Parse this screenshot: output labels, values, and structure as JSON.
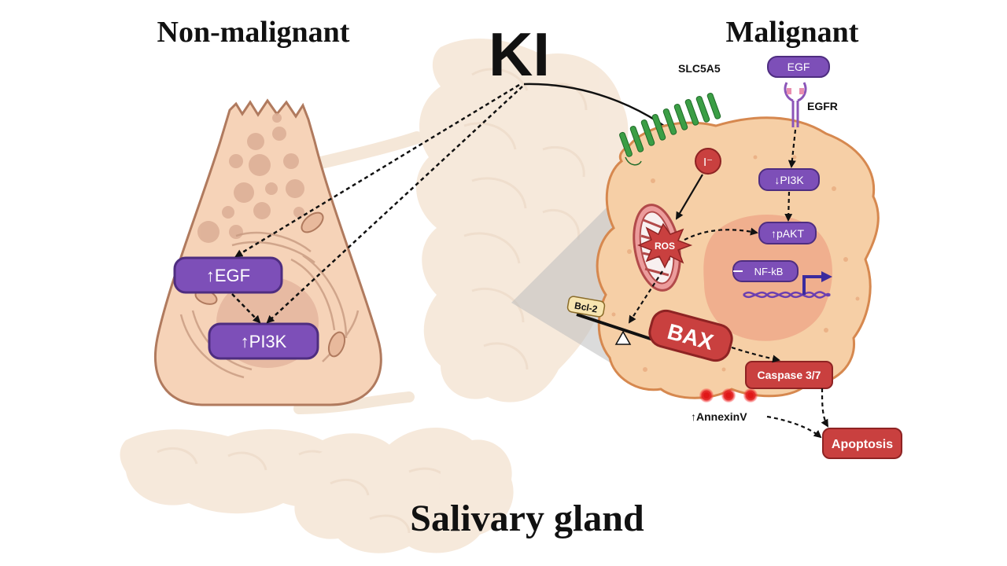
{
  "headings": {
    "left": "Non-malignant",
    "right": "Malignant",
    "center": "KI",
    "bottom": "Salivary gland"
  },
  "non_malignant": {
    "egf": "↑EGF",
    "pi3k": "↑PI3K"
  },
  "malignant": {
    "slc5a5": "SLC5A5",
    "egf": "EGF",
    "egfr": "EGFR",
    "iodide": "I⁻",
    "pi3k": "↓PI3K",
    "pakt": "↑pAKT",
    "ros": "ROS",
    "nfkb": "NF-kB",
    "bcl2": "Bcl-2",
    "bax": "BAX",
    "caspase": "Caspase 3/7",
    "annexin": "↑AnnexinV",
    "apoptosis": "Apoptosis"
  },
  "colors": {
    "purple_pill": "#7d4fb8",
    "purple_border": "#4e2d80",
    "red_pill": "#c9403f",
    "red_border": "#8e2323",
    "cell_fill": "#f6d3b6",
    "cell_border": "#b07a5e",
    "gland_fill": "#f3e0cc",
    "membrane_green": "#3b9e45",
    "malignant_fill": "#f5caa0",
    "malignant_border": "#d6884f"
  }
}
